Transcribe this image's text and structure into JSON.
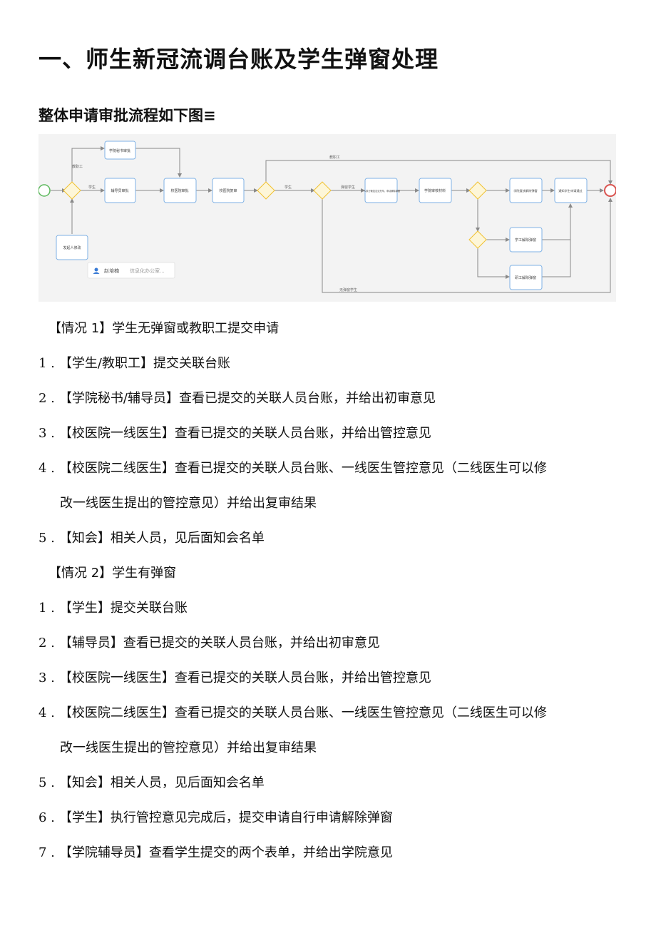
{
  "title": "一、师生新冠流调台账及学生弹窗处理",
  "subtitle": "整体申请审批流程如下图≡",
  "diagram": {
    "edge_labels": [
      "教职工",
      "学生",
      "教职工",
      "学生",
      "弹窗学生",
      "无弹窗学生"
    ],
    "nodes": [
      "学院秘书审批",
      "辅导员审批",
      "校医院审批",
      "校医院复审",
      "一人执行管控意见完毕，申请解除弹窗",
      "学院审核材料",
      "学院复核解除弹窗",
      "通知学生申请通过",
      "学工解除弹窗",
      "研工解除弹窗",
      "发起人修改"
    ],
    "user_card": {
      "name": "赵培楠",
      "dept": "信息化办公室..."
    }
  },
  "case1": {
    "heading": "【情况 1】学生无弹窗或教职工提交申请",
    "items": [
      {
        "num": "1 .",
        "text": "【学生/教职工】提交关联台账"
      },
      {
        "num": "2 .",
        "text": "【学院秘书/辅导员】查看已提交的关联人员台账，并给出初审意见"
      },
      {
        "num": "3 .",
        "text": "【校医院一线医生】查看已提交的关联人员台账，并给出管控意见"
      },
      {
        "num": "4 .",
        "text": "【校医院二线医生】查看已提交的关联人员台账、一线医生管控意见（二线医生可以修"
      },
      {
        "num": "",
        "text": "改一线医生提出的管控意见）并给出复审结果"
      },
      {
        "num": "5 .",
        "text": "【知会】相关人员，见后面知会名单"
      }
    ]
  },
  "case2": {
    "heading": "【情况 2】学生有弹窗",
    "items": [
      {
        "num": "1 .",
        "text": "【学生】提交关联台账"
      },
      {
        "num": "2 .",
        "text": "【辅导员】查看已提交的关联人员台账，并给出初审意见"
      },
      {
        "num": "3 .",
        "text": "【校医院一线医生】查看已提交的关联人员台账，并给出管控意见"
      },
      {
        "num": "4 .",
        "text": "【校医院二线医生】查看已提交的关联人员台账、一线医生管控意见（二线医生可以修"
      },
      {
        "num": "",
        "text": "改一线医生提出的管控意见）并给出复审结果"
      },
      {
        "num": "5 .",
        "text": "【知会】相关人员，见后面知会名单"
      },
      {
        "num": "6 .",
        "text": "【学生】执行管控意见完成后，提交申请自行申请解除弹窗"
      },
      {
        "num": "7 .",
        "text": "【学院辅导员】查看学生提交的两个表单，并给出学院意见"
      }
    ]
  },
  "colors": {
    "node_border": "#7fb2e5",
    "gateway": "#f1c232",
    "start": "#5cb85c",
    "end": "#d9534f",
    "edge": "#8a8a8a"
  }
}
